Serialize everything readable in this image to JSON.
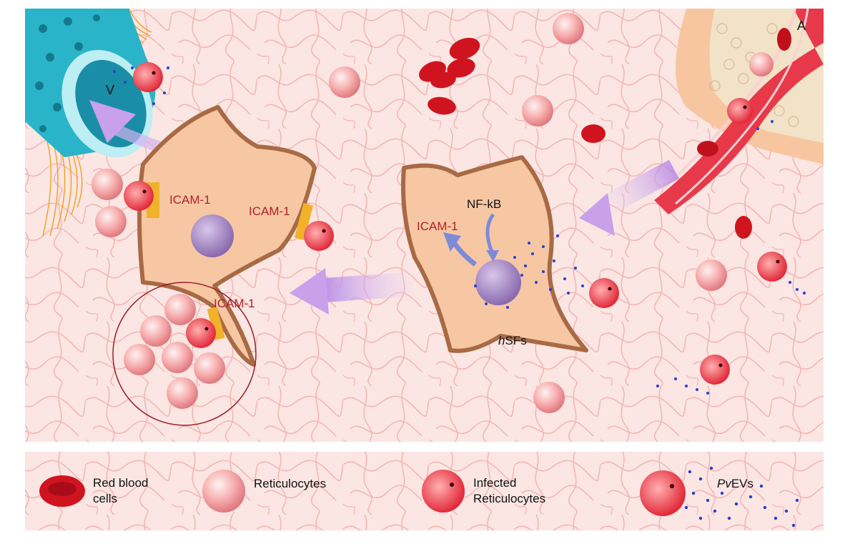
{
  "labels": {
    "vein": "V",
    "artery": "A",
    "icam_left_top": "ICAM-1",
    "icam_left_right": "ICAM-1",
    "icam_left_bottom": "ICAM-1",
    "icam_right": "ICAM-1",
    "nfkb": "NF-kB",
    "hsfs_italic": "h",
    "hsfs_rest": "SFs"
  },
  "legend": {
    "rbc_line1": "Red blood",
    "rbc_line2": "cells",
    "reticulocytes": "Reticulocytes",
    "infected_line1": "Infected",
    "infected_line2": "Reticulocytes",
    "pvevs_italic": "Pv",
    "pvevs_rest": "EVs"
  },
  "colors": {
    "tissue": "#fbe6e3",
    "mesh": "#f2aaa8",
    "cell_fill": "#f7c7a4",
    "cell_stroke": "#a86a44",
    "nucleus": "#a88bc4",
    "icam": "#f1b22a",
    "label_red": "#b3202a",
    "arrow": "#c9a0ea",
    "rbc": "#d0141f",
    "reticulocyte": "#f5a6a6",
    "vein": "#2ab4c9",
    "artery": "#e8394a",
    "ev_dots": "#2a3fd0"
  },
  "icons": [
    "red-blood-cell-icon",
    "reticulocyte-icon",
    "infected-reticulocyte-icon",
    "pvev-icon"
  ]
}
